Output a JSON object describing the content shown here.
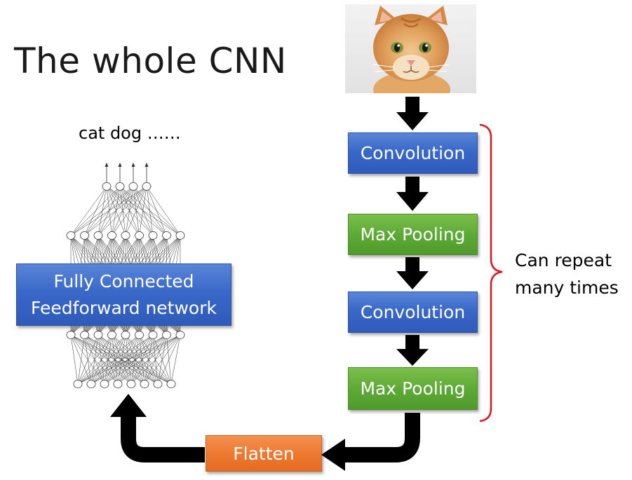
{
  "title": "The whole CNN",
  "output_labels": "cat dog ……",
  "fully_connected": {
    "line1": "Fully Connected",
    "line2": "Feedforward network"
  },
  "pipeline": {
    "convolution_1": "Convolution",
    "max_pooling_1": "Max Pooling",
    "convolution_2": "Convolution",
    "max_pooling_2": "Max Pooling",
    "flatten": "Flatten"
  },
  "repeat_note": {
    "line1": "Can repeat",
    "line2": "many times"
  },
  "colors": {
    "convolution": "#3a68c8",
    "max_pooling": "#5eaa37",
    "flatten": "#ee7a32",
    "brace": "#e0141e",
    "arrow": "#000000"
  }
}
